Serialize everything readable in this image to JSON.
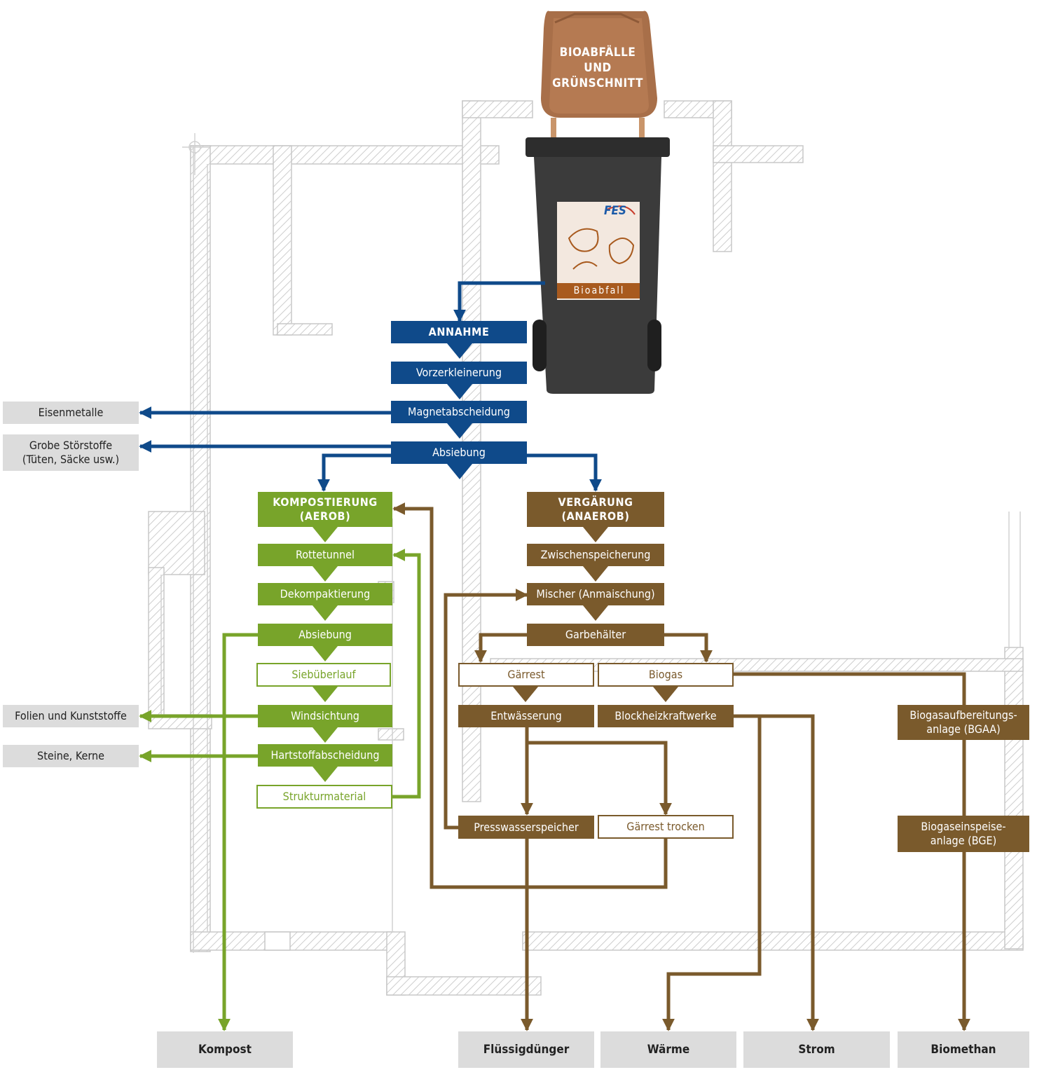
{
  "source": {
    "lid_text": "BIOABFÄLLE UND GRÜNSCHNITT",
    "bin_logo": "FES",
    "bin_label": "Bioabfall"
  },
  "colors": {
    "blue": "#0f4a8a",
    "green": "#78a42a",
    "brown": "#7a5a2c",
    "grey": "#dcdcdc",
    "plan": "#c8c8c8",
    "bin_lid": "#a86f49",
    "bin_body": "#3b3b3b"
  },
  "steps": {
    "annahme": "ANNAHME",
    "vorzerkleinerung": "Vorzerkleinerung",
    "magnetabscheidung": "Magnetabscheidung",
    "absiebung": "Absiebung",
    "kompostierung": "KOMPOSTIERUNG (AEROB)",
    "rottetunnel": "Rottetunnel",
    "dekompaktierung": "Dekompaktierung",
    "absiebung2": "Absiebung",
    "siebueberlauf": "Siebüberlauf",
    "windsichtung": "Windsichtung",
    "hartstoffabscheidung": "Hartstoffabscheidung",
    "strukturmaterial": "Strukturmaterial",
    "vergaerung": "VERGÄRUNG (ANAEROB)",
    "zwischenspeicherung": "Zwischenspeicherung",
    "mischer": "Mischer (Anmaischung)",
    "garbehaelter": "Garbehälter",
    "gaerrest": "Gärrest",
    "biogas": "Biogas",
    "entwaesserung": "Entwässerung",
    "bhkw": "Blockheizkraftwerke",
    "presswasserspeicher": "Presswasserspeicher",
    "gaerrest_trocken": "Gärrest trocken",
    "bgaa": "Biogasaufbereitungs-anlage (BGAA)",
    "bge": "Biogaseinspeise-anlage (BGE)"
  },
  "side_outputs": {
    "eisenmetalle": "Eisenmetalle",
    "stoerstoffe": "Grobe Störstoffe (Tüten, Säcke usw.)",
    "folien": "Folien und Kunststoffe",
    "steine": "Steine, Kerne"
  },
  "products": {
    "kompost": "Kompost",
    "fluessigduenger": "Flüssigdünger",
    "waerme": "Wärme",
    "strom": "Strom",
    "biomethan": "Biomethan"
  },
  "icons": [
    "waste-bin-icon",
    "floor-plan-background"
  ]
}
